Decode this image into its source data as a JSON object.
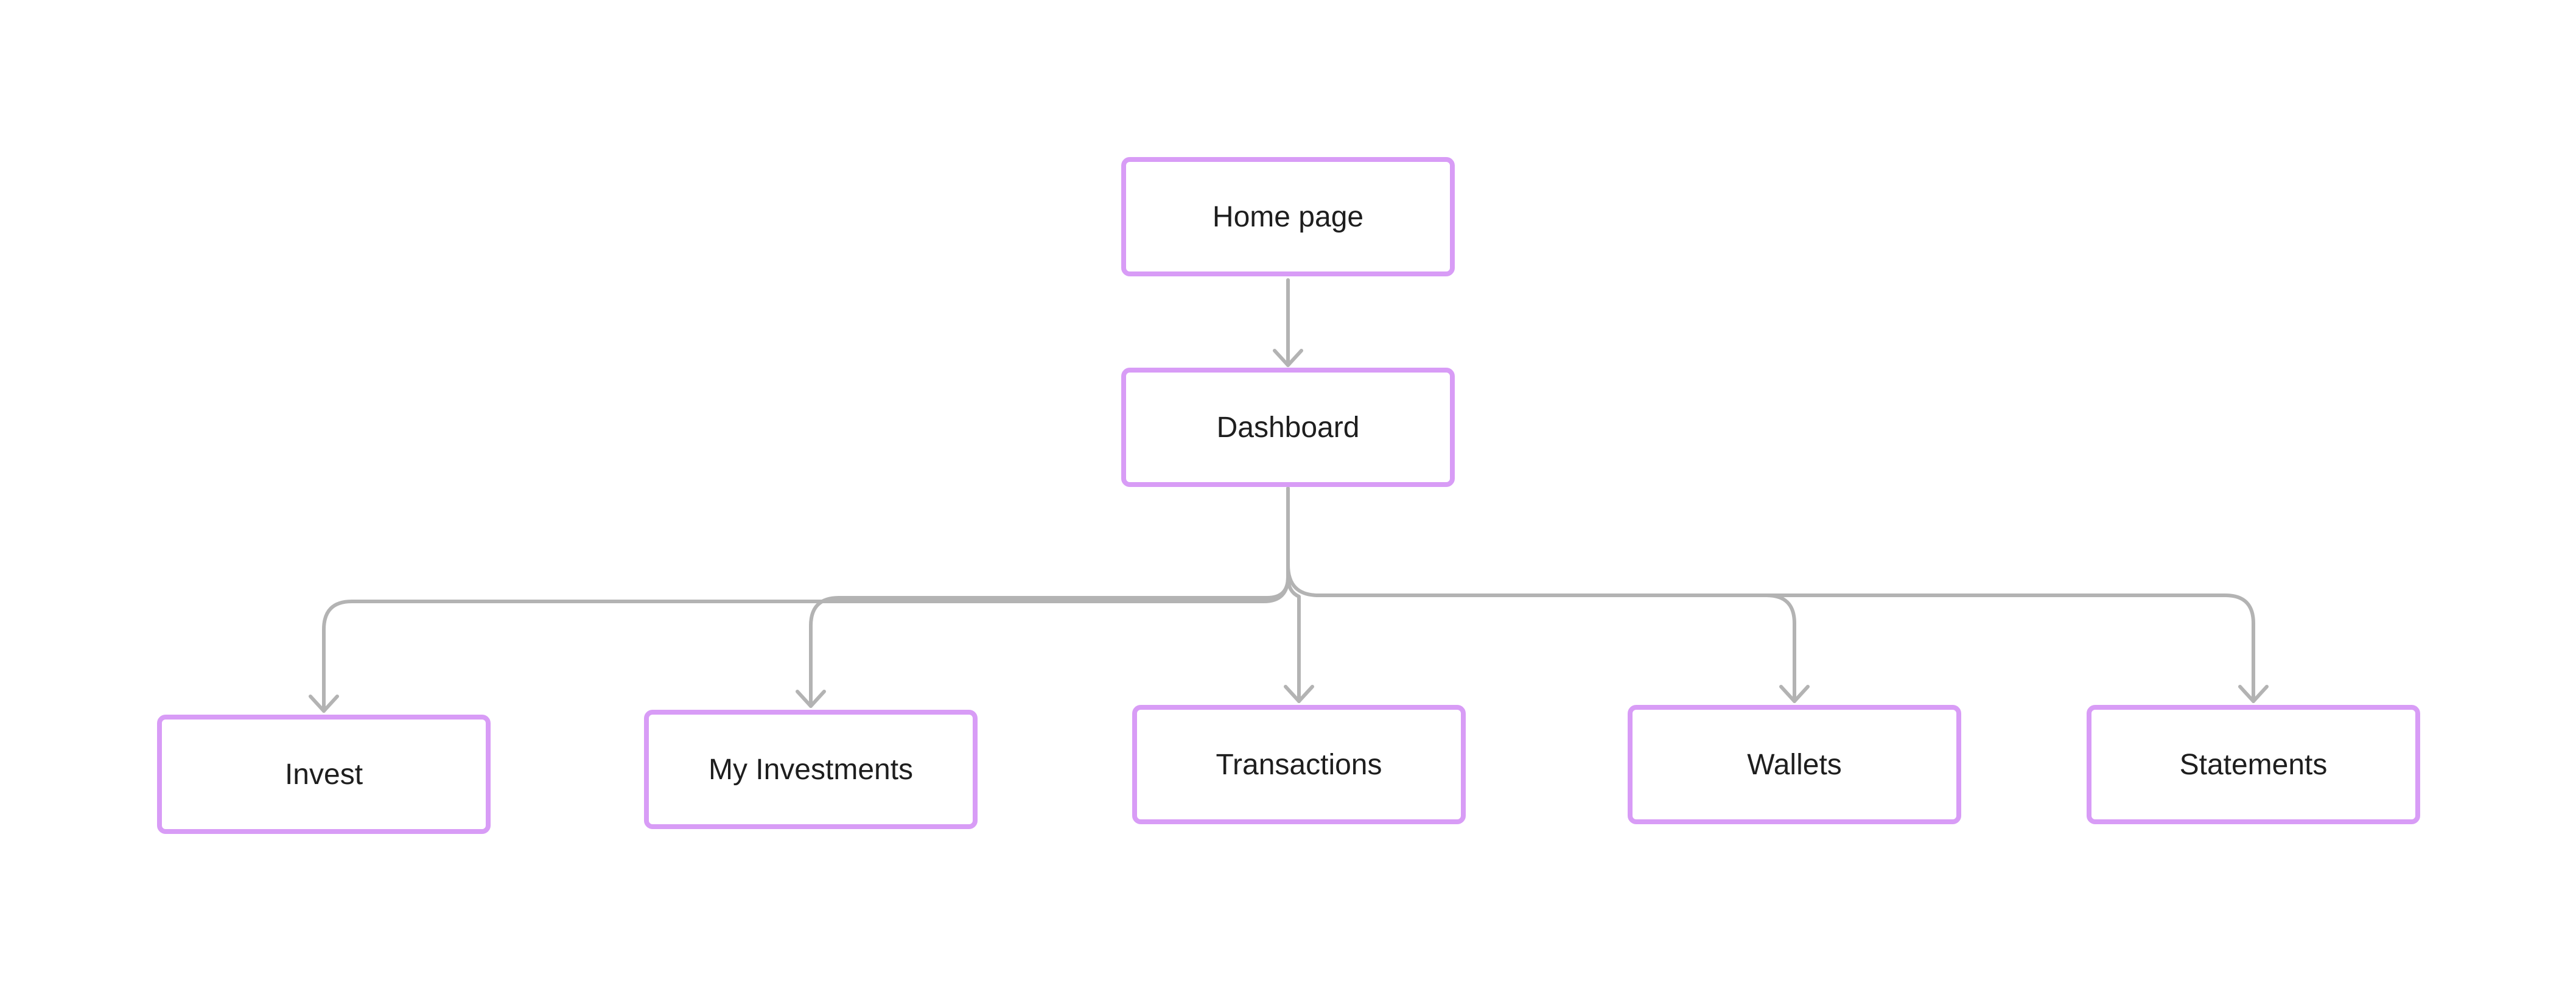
{
  "diagram": {
    "nodes": [
      {
        "id": "home",
        "label": "Home page"
      },
      {
        "id": "dashboard",
        "label": "Dashboard"
      },
      {
        "id": "invest",
        "label": "Invest"
      },
      {
        "id": "my_investments",
        "label": "My Investments"
      },
      {
        "id": "transactions",
        "label": "Transactions"
      },
      {
        "id": "wallets",
        "label": "Wallets"
      },
      {
        "id": "statements",
        "label": "Statements"
      }
    ],
    "edges": [
      {
        "from": "home",
        "to": "dashboard"
      },
      {
        "from": "dashboard",
        "to": "invest"
      },
      {
        "from": "dashboard",
        "to": "my_investments"
      },
      {
        "from": "dashboard",
        "to": "transactions"
      },
      {
        "from": "dashboard",
        "to": "wallets"
      },
      {
        "from": "dashboard",
        "to": "statements"
      }
    ]
  },
  "colors": {
    "node_border": "#d89cf6",
    "node_fill": "#ffffff",
    "connector": "#b3b3b3",
    "label_text": "#1e1e1e",
    "background": "#ffffff"
  }
}
